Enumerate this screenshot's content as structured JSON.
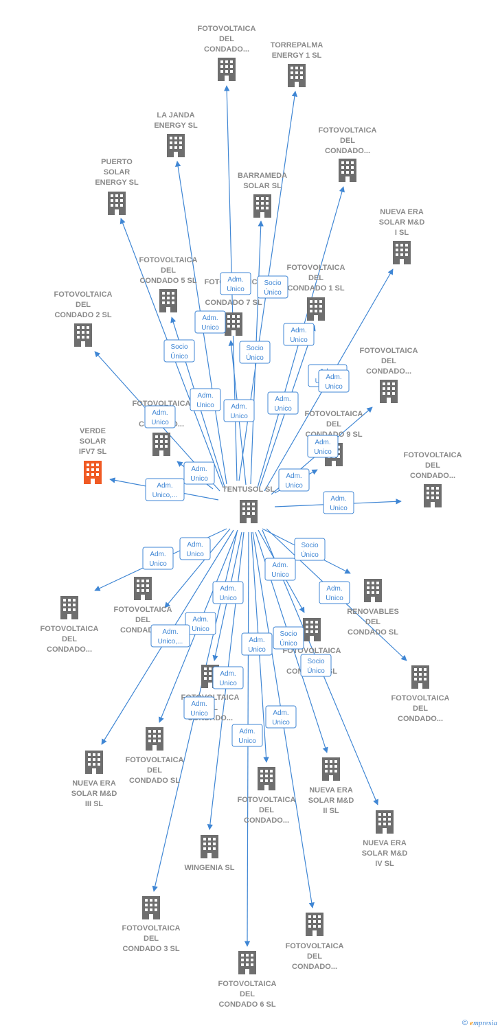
{
  "colors": {
    "edge": "#3f86d4",
    "node": "#6e6e6e",
    "highlight": "#f05a24",
    "label": "#8a8a8a"
  },
  "center": {
    "label": [
      "TENTUSOL SL"
    ]
  },
  "nodes": [
    {
      "label": [
        "FOTOVOLTAICA",
        "DEL",
        "CONDADO..."
      ]
    },
    {
      "label": [
        "TORREPALMA",
        "ENERGY 1  SL"
      ]
    },
    {
      "label": [
        "LA JANDA",
        "ENERGY  SL"
      ]
    },
    {
      "label": [
        "FOTOVOLTAICA",
        "DEL",
        "CONDADO..."
      ]
    },
    {
      "label": [
        "PUERTO",
        "SOLAR",
        "ENERGY  SL"
      ]
    },
    {
      "label": [
        "BARRAMEDA",
        "SOLAR  SL"
      ]
    },
    {
      "label": [
        "NUEVA ERA",
        "SOLAR M&D",
        "I  SL"
      ]
    },
    {
      "label": [
        "FOTOVOLTAICA",
        "DEL",
        "CONDADO 5 SL"
      ]
    },
    {
      "label": [
        "FOTOVOLTAICA",
        "DEL",
        "CONDADO 1 SL"
      ]
    },
    {
      "label": [
        "FOTOVOLTAICA",
        "DEL",
        "CONDADO 7 SL"
      ]
    },
    {
      "label": [
        "FOTOVOLTAICA",
        "DEL",
        "CONDADO 2 SL"
      ]
    },
    {
      "label": [
        "FOTOVOLTAICA",
        "DEL",
        "CONDADO..."
      ]
    },
    {
      "label": [
        "FOTOVOLTAICA",
        "DEL",
        "CONDADO..."
      ]
    },
    {
      "label": [
        "FOTOVOLTAICA",
        "DEL",
        "CONDADO 9 SL"
      ]
    },
    {
      "label": [
        "VERDE",
        "SOLAR",
        "IFV7  SL"
      ],
      "highlight": true
    },
    {
      "label": [
        "FOTOVOLTAICA",
        "DEL",
        "CONDADO..."
      ]
    },
    {
      "label": [
        "FOTOVOLTAICA",
        "DEL",
        "CONDADO..."
      ]
    },
    {
      "label": [
        "FOTOVOLTAICA",
        "DEL",
        "CONDADO..."
      ]
    },
    {
      "label": [
        "RENOVABLES",
        "DEL",
        "CONDADO SL"
      ]
    },
    {
      "label": [
        "FOTOVOLTAICA",
        "DEL",
        "CONDADO SL"
      ]
    },
    {
      "label": [
        "FOTOVOLTAICA",
        "DEL",
        "CONDADO..."
      ]
    },
    {
      "label": [
        "FOTOVOLTAICA",
        "DEL",
        "CONDADO..."
      ]
    },
    {
      "label": [
        "FOTOVOLTAICA",
        "DEL",
        "CONDADO SL"
      ]
    },
    {
      "label": [
        "NUEVA ERA",
        "SOLAR M&D",
        "III  SL"
      ]
    },
    {
      "label": [
        "FOTOVOLTAICA",
        "DEL",
        "CONDADO..."
      ]
    },
    {
      "label": [
        "NUEVA ERA",
        "SOLAR M&D",
        "II  SL"
      ]
    },
    {
      "label": [
        "NUEVA ERA",
        "SOLAR M&D",
        "IV  SL"
      ]
    },
    {
      "label": [
        "WINGENIA SL"
      ]
    },
    {
      "label": [
        "FOTOVOLTAICA",
        "DEL",
        "CONDADO 3 SL"
      ]
    },
    {
      "label": [
        "FOTOVOLTAICA",
        "DEL",
        "CONDADO..."
      ]
    },
    {
      "label": [
        "FOTOVOLTAICA",
        "DEL",
        "CONDADO 6 SL"
      ]
    }
  ],
  "badges": [
    [
      "Adm.",
      "Unico"
    ],
    [
      "Socio",
      "Único"
    ],
    [
      "Adm.",
      "Unico"
    ],
    [
      "Socio",
      "Único"
    ],
    [
      "Adm.",
      "Unico"
    ],
    [
      "Socio",
      "Único"
    ],
    [
      "Adm.",
      "Unico,..."
    ],
    [
      "Adm.",
      "Unico"
    ],
    [
      "Adm.",
      "Unico"
    ],
    [
      "Adm.",
      "Unico"
    ],
    [
      "Adm.",
      "Unico"
    ],
    [
      "Adm.",
      "Unico"
    ],
    [
      "Adm.",
      "Unico"
    ],
    [
      "Adm.",
      "Unico"
    ],
    [
      "Adm.",
      "Unico,..."
    ],
    [
      "Adm.",
      "Unico"
    ],
    [
      "Adm.",
      "Unico"
    ],
    [
      "Adm.",
      "Unico"
    ],
    [
      "Socio",
      "Único"
    ],
    [
      "Adm.",
      "Unico"
    ],
    [
      "Adm.",
      "Unico"
    ],
    [
      "Adm.",
      "Unico"
    ],
    [
      "Adm.",
      "Unico"
    ],
    [
      "Adm.",
      "Unico,..."
    ],
    [
      "Socio",
      "Único"
    ],
    [
      "Adm.",
      "Unico"
    ],
    [
      "Socio",
      "Único"
    ],
    [
      "Adm.",
      "Unico"
    ],
    [
      "Adm.",
      "Unico"
    ],
    [
      "Adm.",
      "Unico"
    ],
    [
      "Adm.",
      "Unico"
    ],
    [
      "Adm.",
      "Unico"
    ]
  ],
  "footer": {
    "copyright": "©",
    "brand_initial": "e",
    "brand_rest": "mpresia"
  }
}
